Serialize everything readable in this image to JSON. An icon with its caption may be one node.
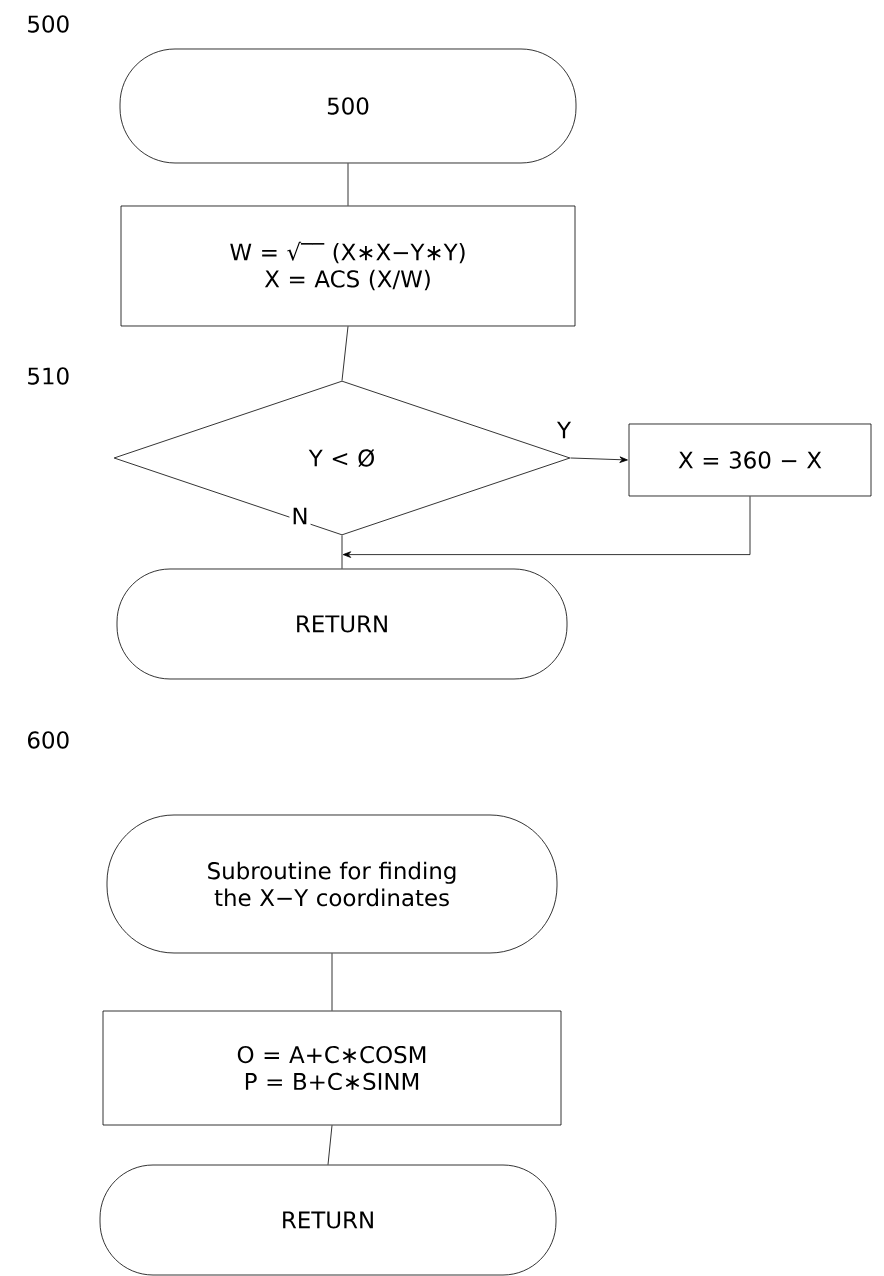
{
  "diagram": {
    "nodes": [
      {
        "text": [
          "500"
        ]
      },
      {
        "text": [
          "W = √‾‾ (X∗X−Y∗Y)",
          "X = ACS (X/W)"
        ]
      },
      {
        "text": [
          "Y < Ø"
        ]
      },
      {
        "text": [
          "X = 360 − X"
        ]
      },
      {
        "text": [
          "RETURN"
        ]
      },
      {
        "text": [
          "Subroutine for finding the X−Y coordinates"
        ]
      },
      {
        "text": [
          "O = A+C∗COSM",
          "P = B+C∗SINM"
        ]
      },
      {
        "text": [
          "RETURN"
        ]
      }
    ],
    "edges": [
      {
        "from": 0,
        "to": 1,
        "arrow": "none"
      },
      {
        "from": 1,
        "to": 2,
        "arrow": "none"
      },
      {
        "from": 2,
        "to": 3,
        "arrow": "to",
        "label": "Y"
      },
      {
        "from": 2,
        "to": 4,
        "arrow": "none",
        "label": "N"
      },
      {
        "from": 3,
        "to": 4,
        "arrow": "to"
      },
      {
        "from": 5,
        "to": 6,
        "arrow": "none"
      },
      {
        "from": 6,
        "to": 7,
        "arrow": "none"
      }
    ],
    "labels": [
      "500",
      "510",
      "600"
    ]
  }
}
